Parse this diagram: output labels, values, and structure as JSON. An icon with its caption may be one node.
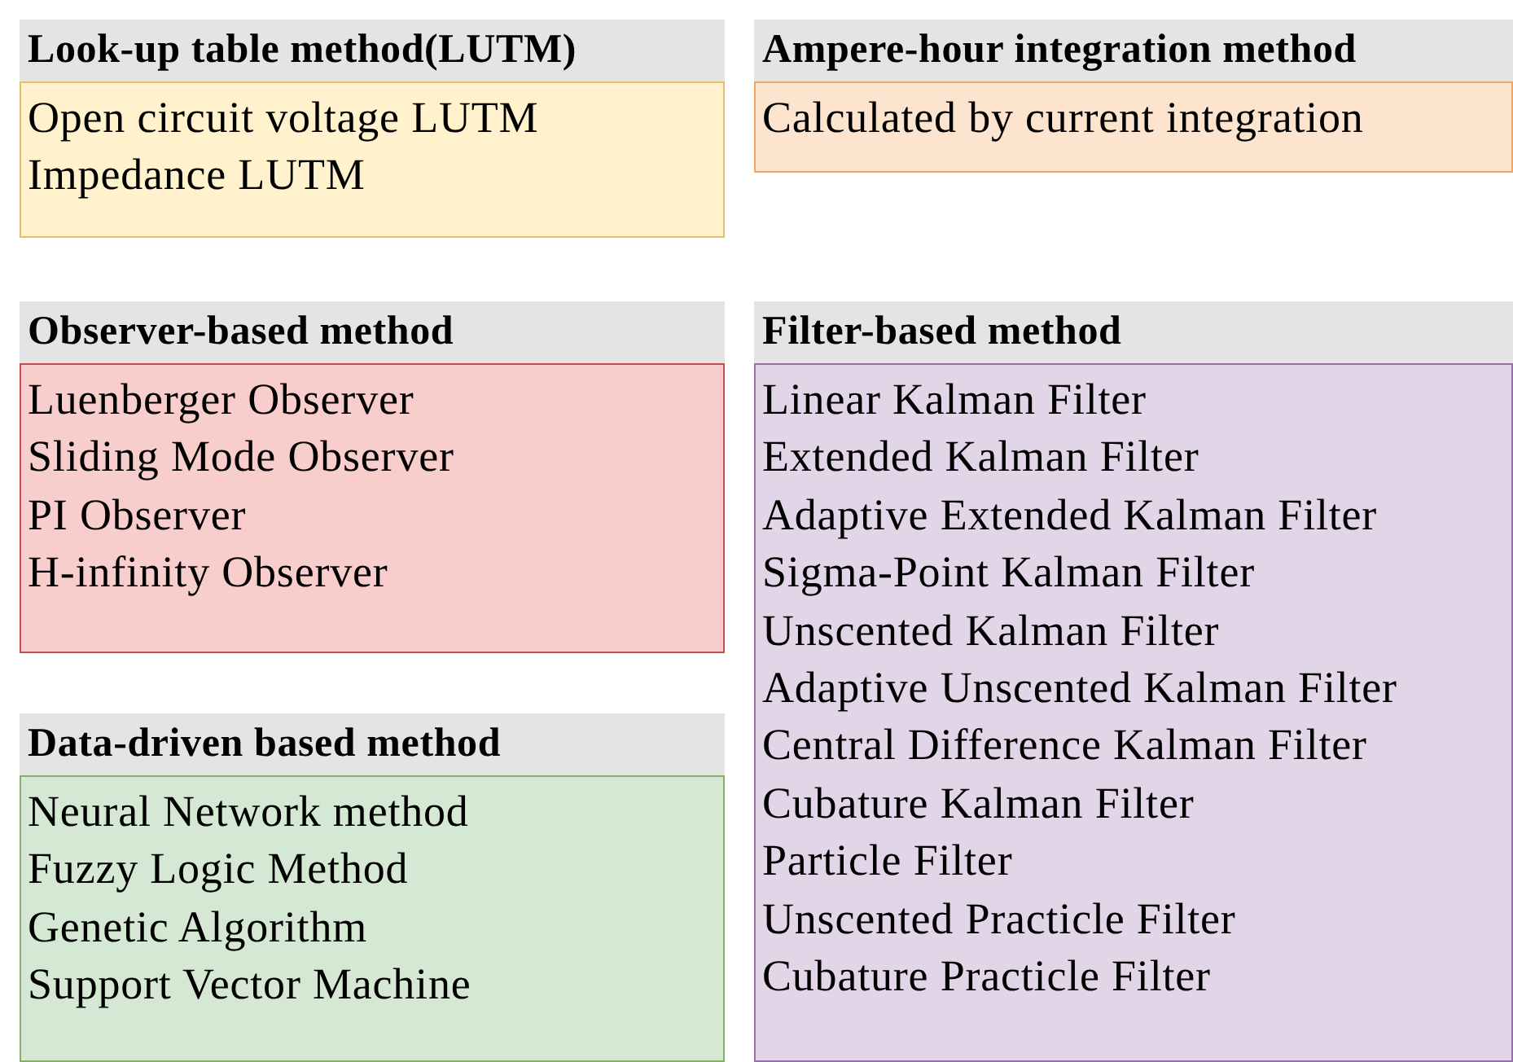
{
  "diagram": {
    "nodes": [
      {
        "text": [
          "Look-up table method(LUTM)",
          "Open circuit voltage LUTM",
          "Impedance LUTM"
        ]
      },
      {
        "text": [
          "Ampere-hour integration method",
          "Calculated by current integration"
        ]
      },
      {
        "text": [
          "Observer-based method",
          "Luenberger Observer",
          "Sliding Mode Observer",
          "PI Observer",
          "H-infinity Observer"
        ]
      },
      {
        "text": [
          "Filter-based method",
          "Linear Kalman Filter",
          "Extended Kalman Filter",
          "Adaptive Extended Kalman Filter",
          "Sigma-Point Kalman Filter",
          "Unscented Kalman Filter",
          "Adaptive Unscented Kalman Filter",
          "Central Difference Kalman Filter",
          "Cubature Kalman Filter",
          "Particle Filter",
          "Unscented Practicle Filter",
          "Cubature Practicle Filter"
        ]
      },
      {
        "text": [
          "Data-driven based method",
          "Neural Network method",
          "Fuzzy Logic Method",
          "Genetic Algorithm",
          "Support Vector Machine"
        ]
      }
    ]
  }
}
